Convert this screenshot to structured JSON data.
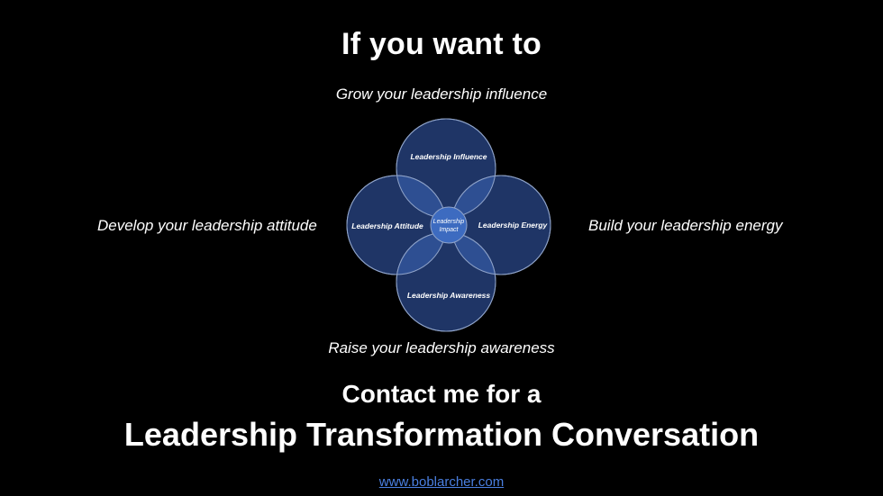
{
  "headline": "If you want to",
  "goals": {
    "top": "Grow your leadership influence",
    "left": "Develop your leadership attitude",
    "right": "Build your leadership energy",
    "bottom": "Raise your leadership awareness"
  },
  "diagram": {
    "circles": {
      "top": "Leadership Influence",
      "left": "Leadership Attitude",
      "right": "Leadership Energy",
      "bottom": "Leadership Awareness"
    },
    "center_line1": "Leadership",
    "center_line2": "Impact",
    "colors": {
      "circle_fill": "#1f3566",
      "overlap_fill": "#2e4f92",
      "center_fill": "#3d6bc0",
      "stroke": "#8fa3c9"
    }
  },
  "cta": {
    "line1": "Contact me for a",
    "line2": "Leadership Transformation Conversation"
  },
  "website": "www.boblarcher.com",
  "colors": {
    "background": "#000000",
    "text": "#ffffff",
    "link": "#4a7fe0"
  }
}
